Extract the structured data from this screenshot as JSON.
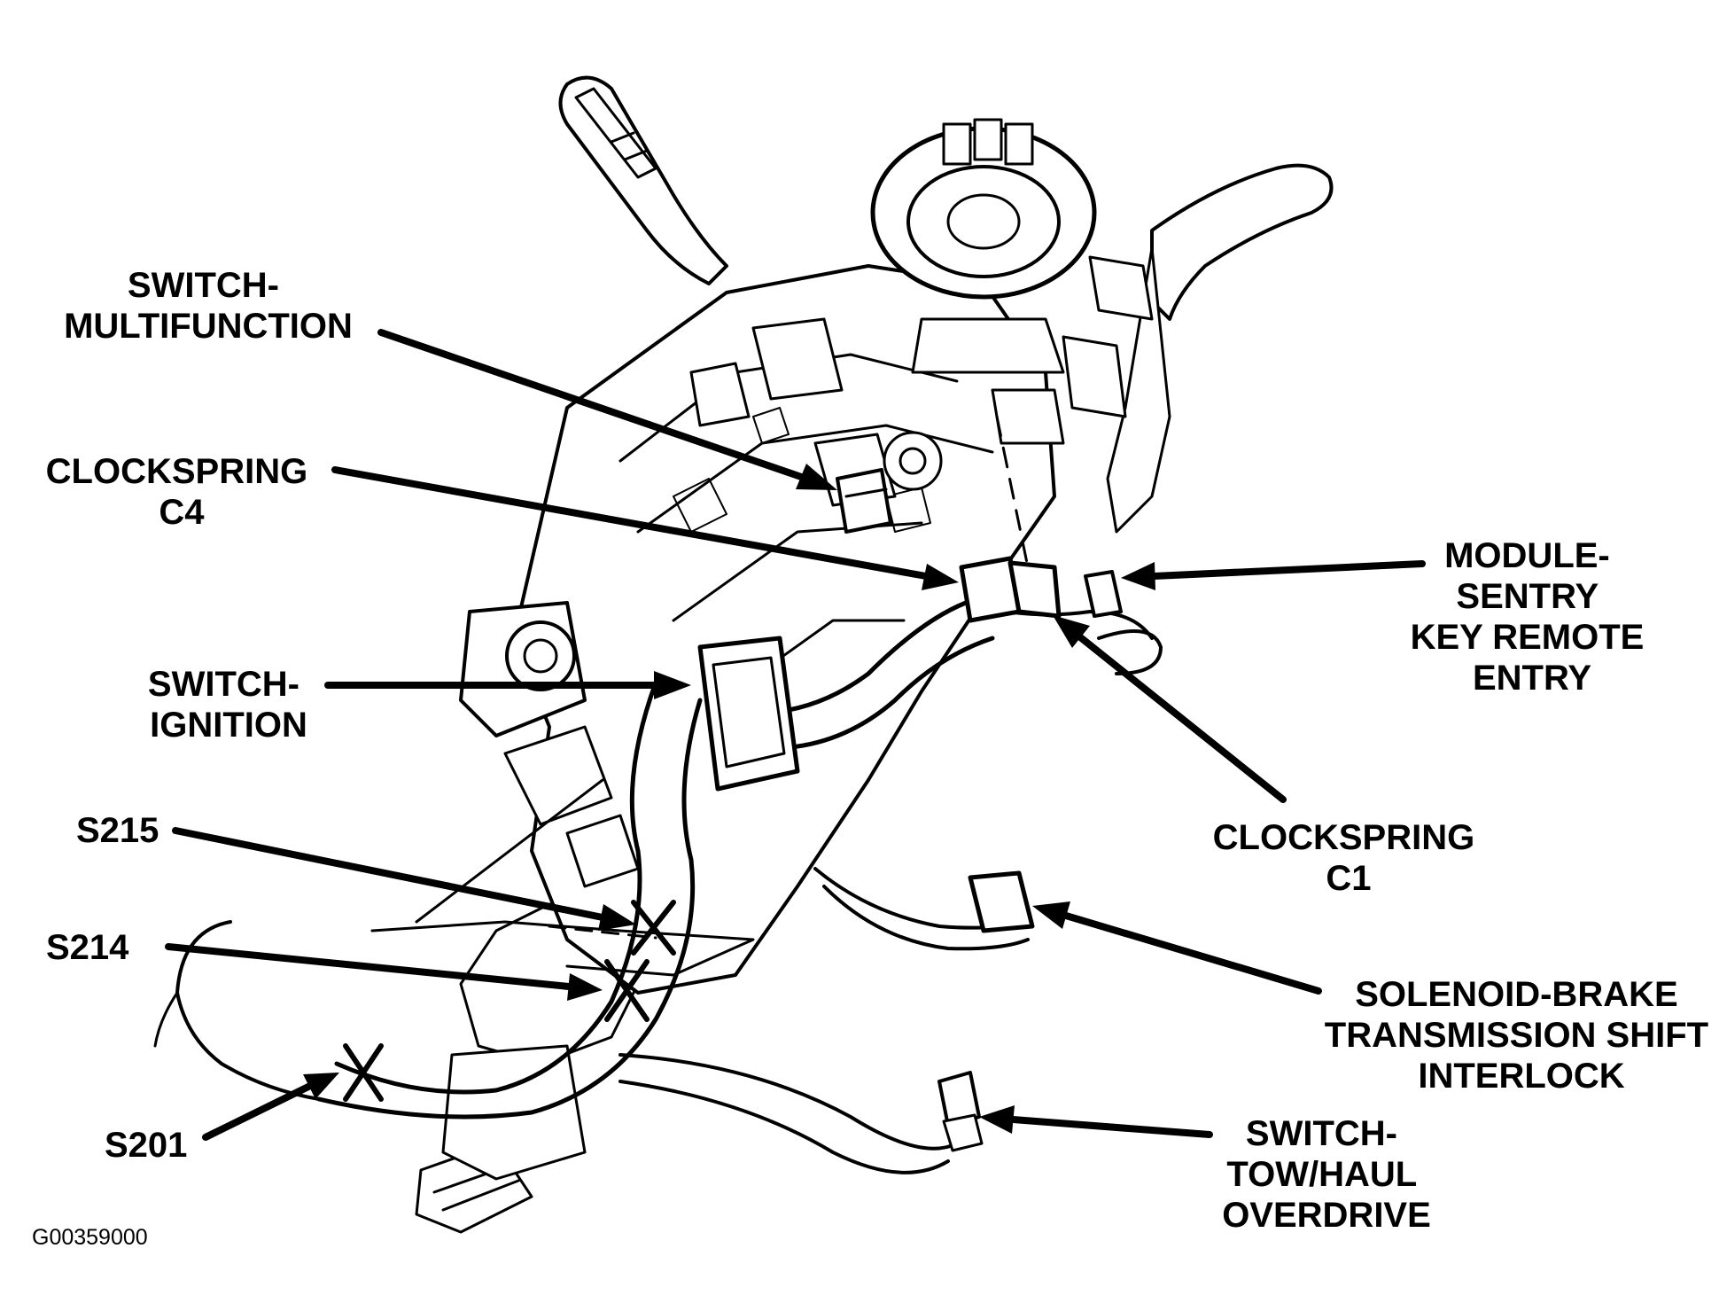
{
  "figure_code": "G00359000",
  "labels": {
    "switch_multifunction": [
      "SWITCH-",
      "MULTIFUNCTION"
    ],
    "clockspring_c4": [
      "CLOCKSPRING",
      "C4"
    ],
    "switch_ignition": [
      "SWITCH-",
      "IGNITION"
    ],
    "s215": "S215",
    "s214": "S214",
    "s201": "S201",
    "module_sentry": [
      "MODULE-",
      "SENTRY",
      "KEY REMOTE",
      "ENTRY"
    ],
    "clockspring_c1": [
      "CLOCKSPRING",
      "C1"
    ],
    "solenoid_brake": [
      "SOLENOID-BRAKE",
      "TRANSMISSION SHIFT",
      "INTERLOCK"
    ],
    "switch_tow_haul": [
      "SWITCH-",
      "TOW/HAUL",
      "OVERDRIVE"
    ]
  }
}
